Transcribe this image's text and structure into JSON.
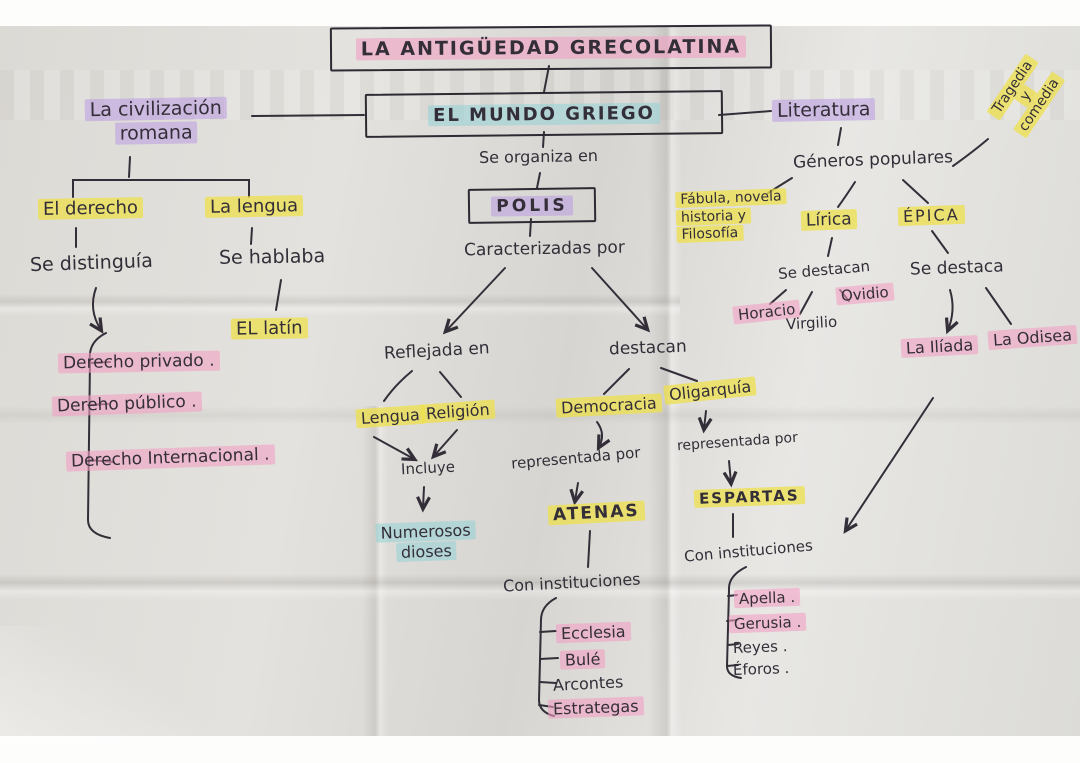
{
  "header": {
    "title": "LA ANTIGÜEDAD GRECOLATINA",
    "root": "EL MUNDO GRIEGO"
  },
  "roman": {
    "title1": "La civilización",
    "title2": "romana",
    "derecho": "El derecho",
    "lengua": "La lengua",
    "se_distinguia": "Se distinguía",
    "se_hablaba": "Se hablaba",
    "el_latin": "EL latín",
    "items": [
      "Derecho privado .",
      "Dereho público .",
      "Derecho Internacional ."
    ]
  },
  "greek": {
    "se_organiza": "Se organiza en",
    "polis": "POLIS",
    "caracterizadas": "Caracterizadas por",
    "reflejada": "Reflejada en",
    "destacan": "destacan",
    "lengua": "Lengua",
    "religion": "Religión",
    "incluye": "Incluye",
    "dioses1": "Numerosos",
    "dioses2": "dioses",
    "democracia": "Democracia",
    "oligarquia": "Oligarquía",
    "rep1": "representada por",
    "rep2": "representada por",
    "atenas": "ATENAS",
    "espartas": "ESPARTAS",
    "inst1": "Con instituciones",
    "inst2": "Con instituciones",
    "atenas_items": [
      "Ecclesia",
      "Bulé",
      "Arcontes",
      "Estrategas"
    ],
    "espartas_items": [
      "Apella .",
      "Gerusia .",
      "Reyes .",
      "Éforos ."
    ]
  },
  "lit": {
    "title": "Literatura",
    "generos": "Géneros populares",
    "fabula1": "Fábula, novela",
    "fabula2": "historia y",
    "fabula3": "Filosofía",
    "lirica": "Lírica",
    "epica": "ÉPICA",
    "trag1": "Tragedia",
    "trag2": "y",
    "trag3": "comedia",
    "se_destacan": "Se destacan",
    "se_destaca": "Se destaca",
    "horacio": "Horacio",
    "virgilio": "Virgilio",
    "ovidio": "Ovidio",
    "iliada": "La Ilíada",
    "odisea": "La Odisea"
  },
  "colors": {
    "highlight_pink": "#f2a0c3",
    "highlight_purple": "#b99be1",
    "highlight_teal": "#91d2d6",
    "highlight_yellow": "#eee04b",
    "ink": "#332e38",
    "paper": "#e0deda"
  }
}
